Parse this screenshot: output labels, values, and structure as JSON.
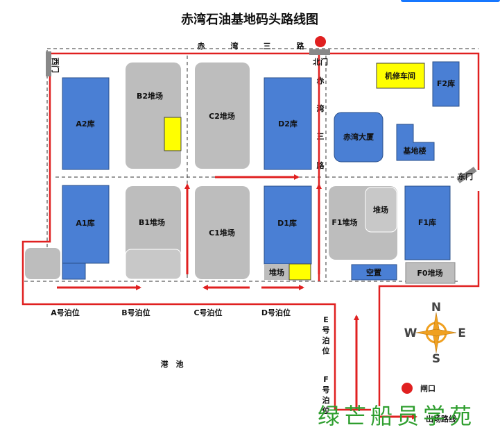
{
  "title": "赤湾石油基地码头路线图",
  "road_top": [
    "赤",
    "湾",
    "三",
    "路"
  ],
  "road_vertical": [
    "赤",
    "湾",
    "三",
    "路"
  ],
  "gates": {
    "west": "西门",
    "north": "北门",
    "east": "东门",
    "gate": "闸口"
  },
  "buildings": {
    "a2": "A2库",
    "b2": "B2堆场",
    "c2": "C2堆场",
    "d2": "D2库",
    "machine_shop": "机修车间",
    "f2": "F2库",
    "chiwan_tower": "赤湾大厦",
    "base_building": "基地楼",
    "a1": "A1库",
    "b1": "B1堆场",
    "c1": "C1堆场",
    "d1": "D1库",
    "d_yard": "堆场",
    "f1_yard": "F1堆场",
    "f_yard": "堆场",
    "f1": "F1库",
    "empty": "空置",
    "f0": "F0堆场"
  },
  "berths": {
    "a": "A号泊位",
    "b": "B号泊位",
    "c": "C号泊位",
    "d": "D号泊位",
    "e": [
      "E",
      "号",
      "泊",
      "位"
    ],
    "f": [
      "F",
      "号",
      "泊",
      "位"
    ]
  },
  "harbor": "港　池",
  "compass": {
    "n": "N",
    "s": "S",
    "e": "E",
    "w": "W"
  },
  "exit_route": "出场路线",
  "watermark": "绿芒船员学苑",
  "colors": {
    "warehouse": "#4a7fd4",
    "yard": "#bdbdbd",
    "highlight": "#ffff00",
    "route": "#e02020",
    "watermark": "#2e9e2e"
  }
}
